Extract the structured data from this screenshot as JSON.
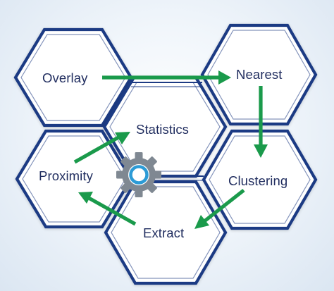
{
  "nodes": {
    "overlay": "Overlay",
    "nearest": "Nearest",
    "statistics": "Statistics",
    "proximity": "Proximity",
    "clustering": "Clustering",
    "extract": "Extract"
  },
  "icons": {
    "center": "gear-icon"
  },
  "colors": {
    "hex_outline": "#1d3b84",
    "arrow": "#1a9a4b",
    "gear": "#7f8892",
    "gear_ring": "#2c9bd6",
    "text": "#1f2c5e"
  }
}
